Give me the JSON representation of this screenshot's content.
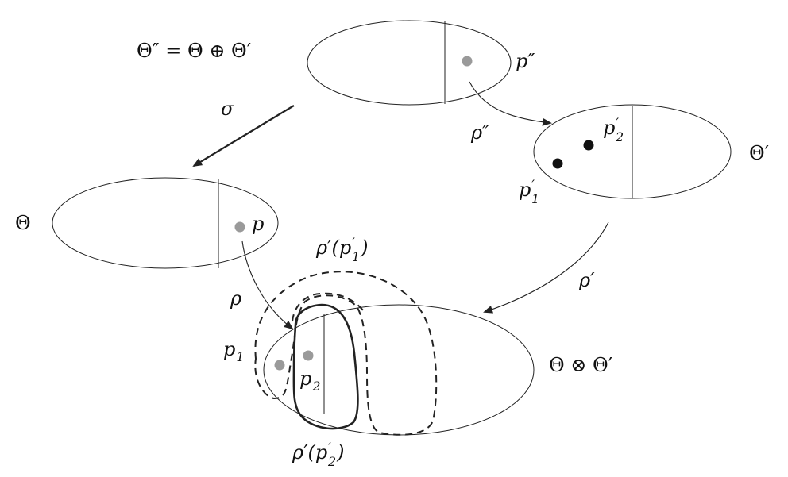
{
  "labels": {
    "theta_double_prime": "Θ″ = Θ ⊕ Θ′",
    "theta": "Θ",
    "theta_prime": "Θ′",
    "theta_tensor": "Θ ⊗ Θ′",
    "sigma": "σ",
    "rho": "ρ",
    "rho_prime": "ρ′",
    "rho_double_prime": "ρ″",
    "p_double_prime": "p″",
    "p": "p",
    "p1_prime": "p",
    "p1_prime_mark": "′",
    "p1_prime_sub": "1",
    "p2_prime": "p",
    "p2_prime_mark": "′",
    "p2_prime_sub": "2",
    "p1": "p",
    "p1_sub": "1",
    "p2": "p",
    "p2_sub": "2",
    "rho_prime_p1_prime_head": "ρ′(p",
    "rho_prime_p1_prime_mark": "′",
    "rho_prime_p1_prime_sub": "1",
    "rho_prime_p1_prime_tail": ")",
    "rho_prime_p2_prime_head": "ρ′(p",
    "rho_prime_p2_prime_mark": "′",
    "rho_prime_p2_prime_sub": "2",
    "rho_prime_p2_prime_tail": ")"
  },
  "colors": {
    "gray_point": "#9a9a9a",
    "black_point": "#111111",
    "stroke": "#222222"
  }
}
